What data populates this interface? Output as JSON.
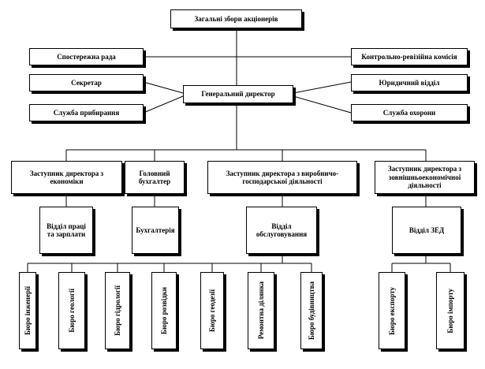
{
  "top": {
    "general_meeting": "Загальні збори акціонерів"
  },
  "left_side": {
    "supervisory_board": "Спостережна рада",
    "secretary": "Секретар",
    "cleaning_service": "Служба прибирання"
  },
  "right_side": {
    "audit_commission": "Контрольно-ревізійна комісія",
    "legal_department": "Юридичний відділ",
    "security_service": "Служба охорони"
  },
  "center": {
    "general_director": "Генеральний директор"
  },
  "deputies": {
    "economics": "Заступник директора з економіки",
    "chief_accountant": "Головний бухгалтер",
    "production": "Заступник директора з виробничо-господарської діяльності",
    "foreign_economic": "Заступник директора з зовнішньоекономічної діяльності"
  },
  "departments": {
    "labor": "Відділ праці та зарплати",
    "accounting": "Бухгалтерія",
    "service": "Відділ обслуговування",
    "fea": "Відділ ЗЕД"
  },
  "bureaus": {
    "engineers": "Бюро інженерії",
    "geology": "Бюро геології",
    "hydrology": "Бюро гідрології",
    "exploration": "Бюро розвідки",
    "geodesy": "Бюро геодезії",
    "repair": "Ремонтна ділянка",
    "construction": "Бюро будівництва",
    "export": "Бюро експорту",
    "import": "Бюро імпорту"
  }
}
